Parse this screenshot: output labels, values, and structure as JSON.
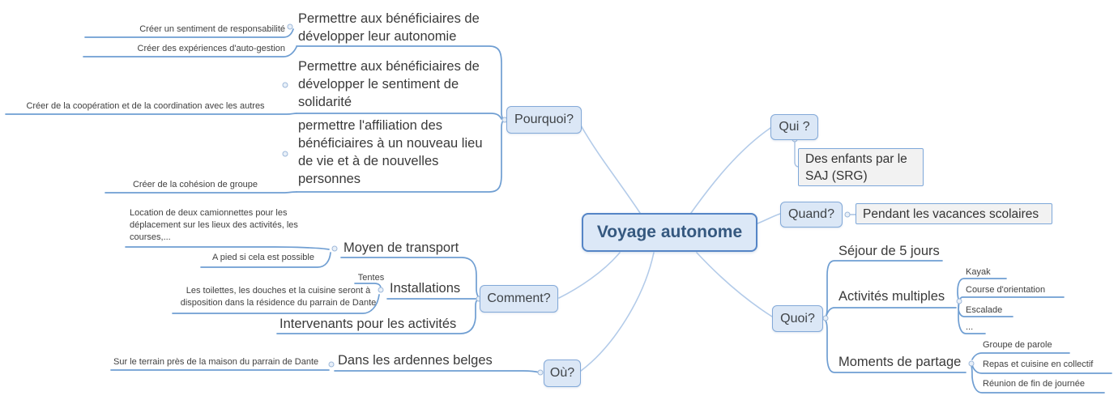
{
  "colors": {
    "node_fill": "#dbe7f6",
    "node_border": "#83a9d8",
    "center_border": "#5585c6",
    "line_blue": "#6f9ed2",
    "curve_blue": "#b3cbe9",
    "gray_box_fill": "#f2f2f2",
    "text": "#3a3a3a"
  },
  "center": {
    "label": "Voyage autonome"
  },
  "pourquoi": {
    "label": "Pourquoi?",
    "autonomie": {
      "label": "Permettre aux bénéficiaires de développer leur autonomie",
      "responsabilite": "Créer un sentiment de responsabilité",
      "autogestion": "Créer des expériences d'auto-gestion"
    },
    "solidarite": {
      "label": "Permettre aux bénéficiaires de développer le sentiment de solidarité",
      "cooperation": "Créer de la coopération et de la coordination avec les autres"
    },
    "affiliation": {
      "label": "permettre l'affiliation des bénéficiaires à un nouveau lieu de vie et à de nouvelles personnes",
      "cohesion": "Créer de la cohésion de groupe"
    }
  },
  "qui": {
    "label": "Qui ?",
    "enfants": "Des enfants par le SAJ (SRG)"
  },
  "quand": {
    "label": "Quand?",
    "vacances": "Pendant les vacances scolaires"
  },
  "quoi": {
    "label": "Quoi?",
    "sejour": "Séjour de 5 jours",
    "activites": {
      "label": "Activités multiples",
      "children": [
        "Kayak",
        "Course d'orientation",
        "Escalade",
        "..."
      ]
    },
    "partage": {
      "label": "Moments de partage",
      "children": [
        "Groupe de parole",
        "Repas et cuisine en collectif",
        "Réunion de fin de journée"
      ]
    }
  },
  "comment": {
    "label": "Comment?",
    "transport": {
      "label": "Moyen de transport",
      "camionnettes": "Location de deux camionnettes pour les déplacement sur les lieux des activités, les courses,...",
      "pied": "A pied si cela est possible"
    },
    "installations": {
      "label": "Installations",
      "tentes": "Tentes",
      "toilettes": "Les toilettes, les douches et la cuisine seront à disposition dans la résidence du parrain de Dante"
    },
    "intervenants": {
      "label": "Intervenants pour les activités"
    }
  },
  "ou": {
    "label": "Où?",
    "ardennes": {
      "label": "Dans les ardennes belges",
      "terrain": "Sur le terrain près de la maison du parrain de Dante"
    }
  }
}
